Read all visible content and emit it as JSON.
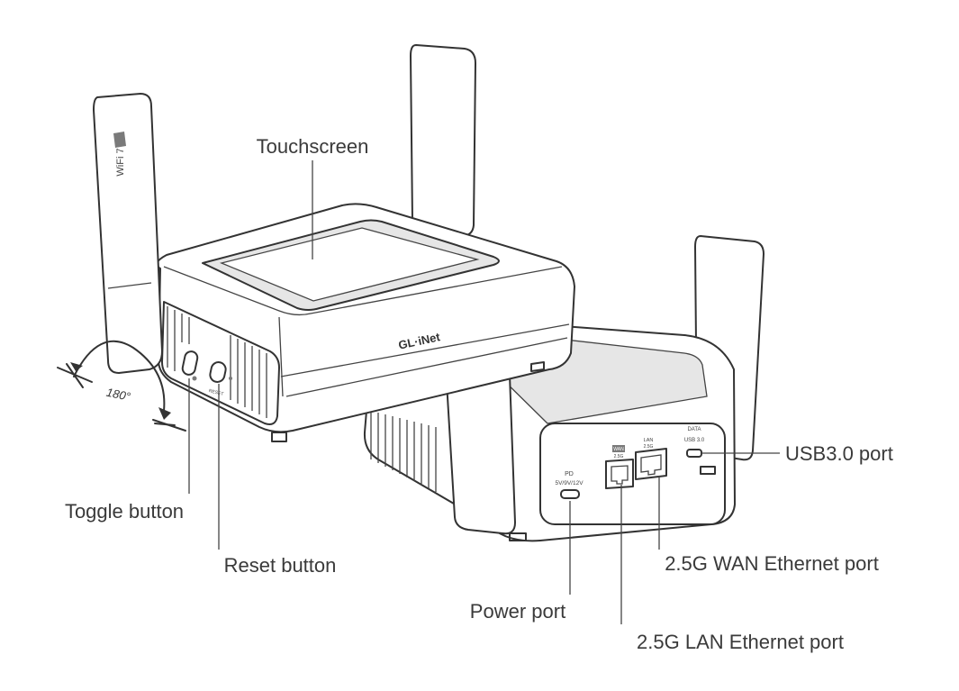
{
  "labels": {
    "touchscreen": "Touchscreen",
    "toggle_button": "Toggle button",
    "reset_button": "Reset button",
    "usb_port": "USB3.0 port",
    "wan_port": "2.5G WAN Ethernet port",
    "power_port": "Power port",
    "lan_port": "2.5G LAN Ethernet port"
  },
  "device_text": {
    "brand": "GL·iNet",
    "wifi_badge": "WiFi 7",
    "rotation": "180°",
    "pd_label": "PD",
    "pd_voltage": "5V/9V/12V",
    "wan_tag": "WAN",
    "wan_speed": "2.5G",
    "lan_tag": "LAN",
    "lan_speed": "2.5G",
    "data_label": "DATA",
    "usb_label": "USB 3.0",
    "reset_tag": "RESET"
  },
  "colors": {
    "line": "#333333",
    "text": "#3a3a3a",
    "shade": "#e6e6e6"
  }
}
